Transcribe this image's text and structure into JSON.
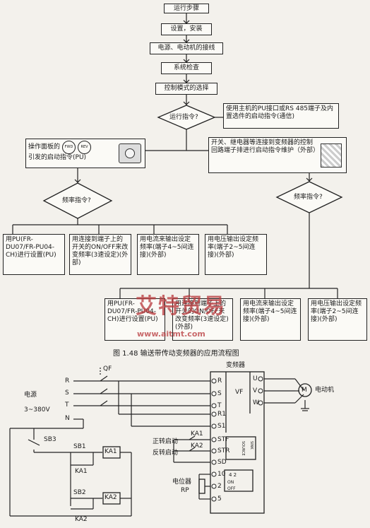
{
  "flow": {
    "start": "运行步骤",
    "install": "设置，安装",
    "wiring": "电源、电动机的接线",
    "check": "系统检查",
    "mode_select": "控制模式的选择",
    "run_cmd_q": "运行指令?",
    "pu_link": "使用主机的PU接口或RS 485端子及内置选件的启动指令(通信)",
    "panel_start": "操作面板的",
    "panel_start_2": "引发的启动指令(PU)",
    "fwd_key": "FWD",
    "rev_key": "REV",
    "switch_start": "开关、继电器等连接到变频器的控制回路端子排进行启动指令维护（外部）",
    "freq_q_left": "频率指令?",
    "freq_q_right": "频率指令?",
    "left_opts": [
      "用PU(FR-DU07/FR-PU04-CH)进行设置(PU)",
      "用连接到端子上的开关的ON/OFF来改变频率(3速设定)(外部)",
      "用电流来输出设定频率(端子4~5间连接)(外部)",
      "用电压输出设定频率(端子2~5间连接)(外部)"
    ],
    "right_opts": [
      "用PU(FR-DU07/FR-PU04-CH)进行设置(PU)",
      "用连接到端子上的开关的ON/OFF来改变频率(3速设定)(外部)",
      "用电流来输出设定频率(端子4~5间连接)(外部)",
      "用电压输出设定频率(端子2~5间连接)(外部)"
    ]
  },
  "watermark": {
    "brand": "艾特贸易",
    "url": "www.aitmt.com"
  },
  "caption": "图 1.48   输送带传动变频器的应用流程图",
  "circuit": {
    "inverter": "变频器",
    "vf": "VF",
    "phases": [
      "R",
      "S",
      "T"
    ],
    "n": "N",
    "qf": "QF",
    "power_label": "电源",
    "power_voltage": "3~380V",
    "motor_symbol": "M",
    "motor_label": "电动机",
    "inv_inputs": [
      "R",
      "S",
      "T",
      "R1",
      "S1"
    ],
    "inv_outputs": [
      "U",
      "V",
      "W"
    ],
    "ctrl_terms": [
      "STF",
      "STR",
      "SD",
      "10",
      "2",
      "5"
    ],
    "fwd_start": "正转启动",
    "rev_start": "反转启动",
    "ka1": "KA1",
    "ka2": "KA2",
    "sb1": "SB1",
    "sb2": "SB2",
    "sb3": "SB3",
    "pot_label": "电位器",
    "pot_rp": "RP",
    "on": "ON",
    "off": "OFF",
    "dip": "4  2",
    "source": "SOURCE",
    "sink": "SINK"
  }
}
